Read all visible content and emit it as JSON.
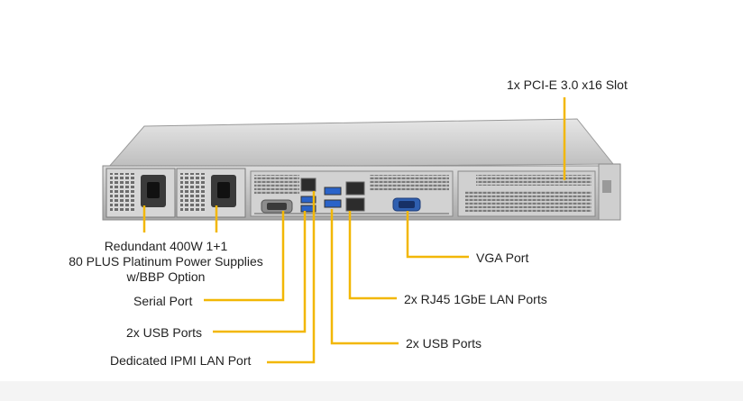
{
  "labels": {
    "pcie": "1x PCI-E 3.0 x16 Slot",
    "psu_line1": "Redundant  400W 1+1",
    "psu_line2": "80 PLUS Platinum  Power Supplies",
    "psu_line3": "w/BBP Option",
    "serial": "Serial Port",
    "usb_left": "2x USB Ports",
    "ipmi": "Dedicated IPMI  LAN Port",
    "vga": "VGA Port",
    "lan": "2x RJ45  1GbE LAN Ports",
    "usb_right": "2x USB Ports"
  },
  "colors": {
    "callout": "#f2b705",
    "chassis": "#c9c9c9",
    "panel_dark": "#555555",
    "vga_blue": "#2f5fb0",
    "usb_blue": "#2a63c9"
  }
}
